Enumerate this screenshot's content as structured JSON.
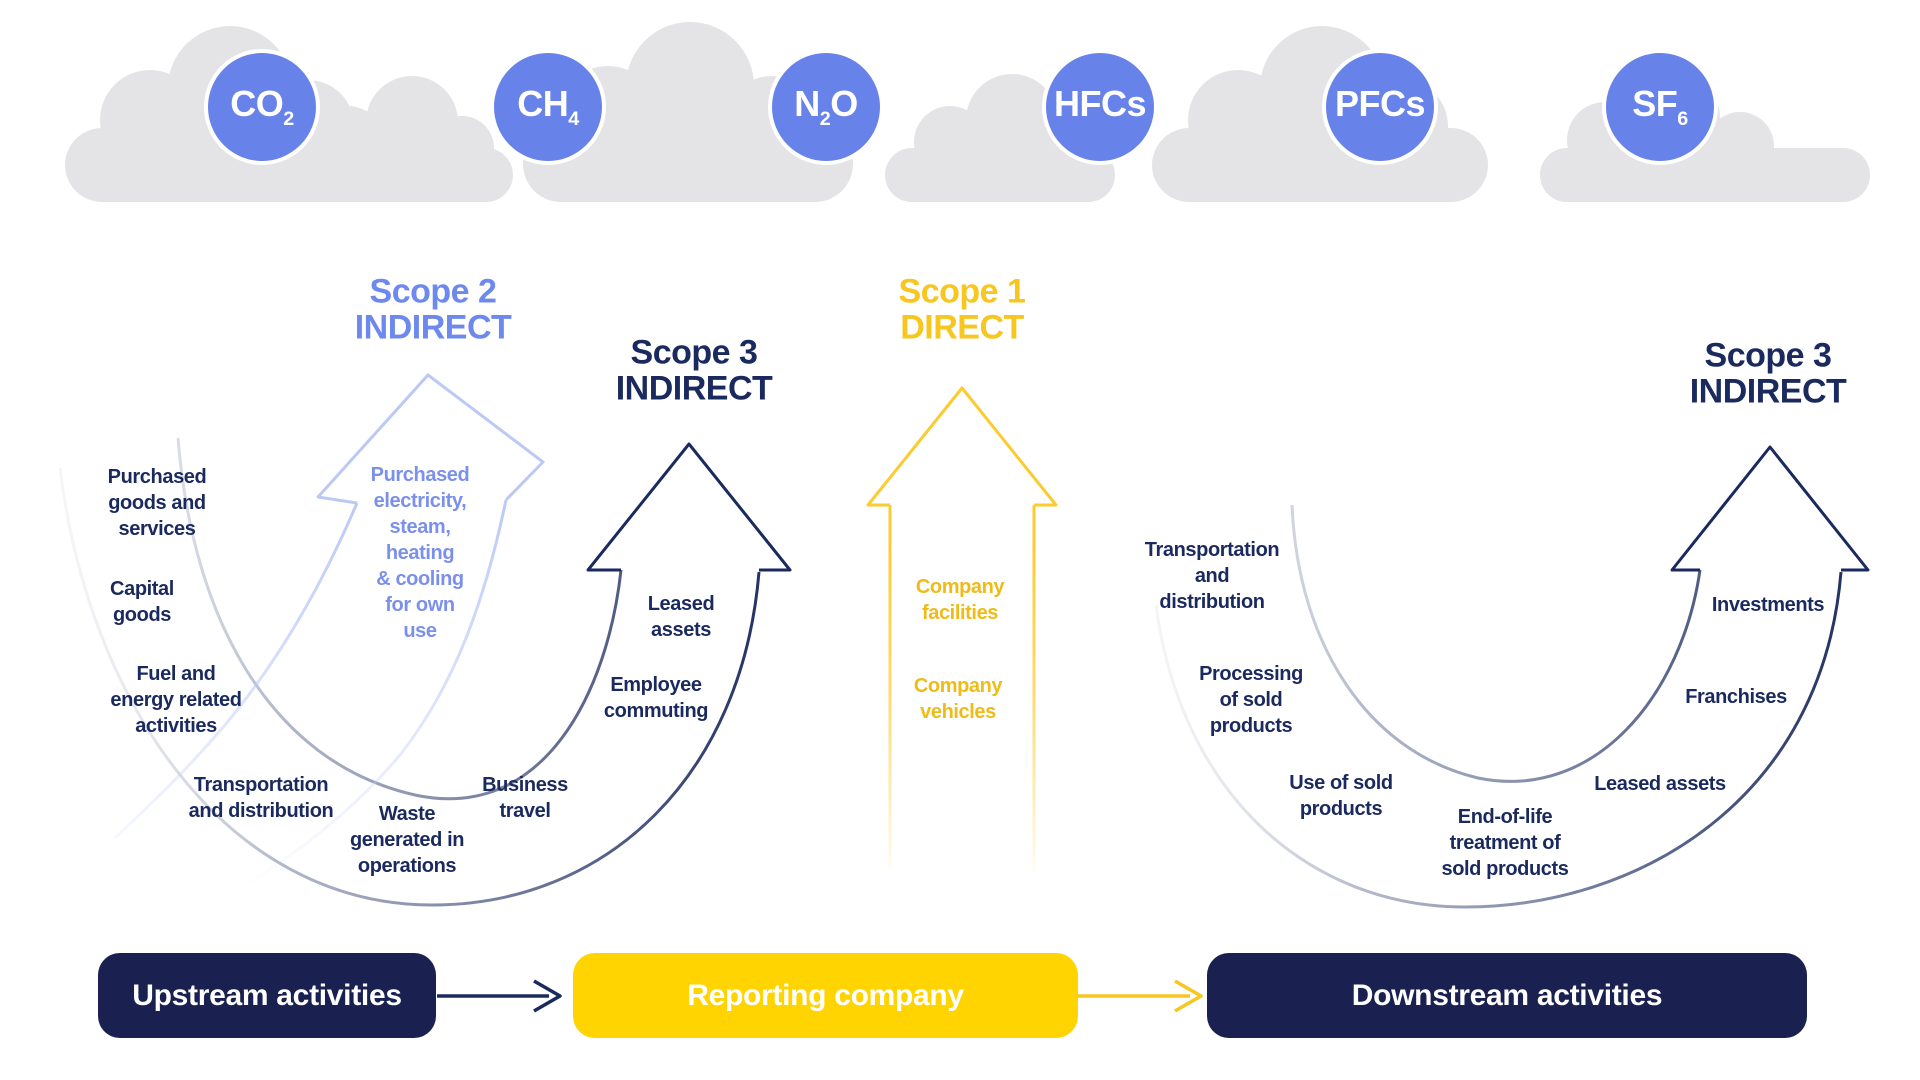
{
  "colors": {
    "navy": "#1b2a5e",
    "box_navy": "#1a2150",
    "periwinkle": "#6782e9",
    "scope2_blue": "#6e89ee",
    "yellow": "#f7c61f",
    "box_yellow": "#ffd400",
    "cloud_gray": "#e4e4e6"
  },
  "gases": [
    {
      "pre": "CO",
      "sub": "2",
      "post": ""
    },
    {
      "pre": "CH",
      "sub": "4",
      "post": ""
    },
    {
      "pre": "N",
      "sub": "2",
      "post": "O"
    },
    {
      "pre": "HFCs",
      "sub": "",
      "post": ""
    },
    {
      "pre": "PFCs",
      "sub": "",
      "post": ""
    },
    {
      "pre": "SF",
      "sub": "6",
      "post": ""
    }
  ],
  "scopes": {
    "scope2": {
      "title": "Scope 2\nINDIRECT"
    },
    "scope3_upstream": {
      "title": "Scope 3\nINDIRECT"
    },
    "scope1": {
      "title": "Scope 1\nDIRECT"
    },
    "scope3_downstream": {
      "title": "Scope 3\nINDIRECT"
    }
  },
  "scope2_label": "Purchased\nelectricity,\nsteam,\nheating\n& cooling\nfor own\nuse",
  "scope1_labels": [
    "Company\nfacilities",
    "Company\nvehicles"
  ],
  "upstream_labels": [
    "Purchased\ngoods and\nservices",
    "Capital\ngoods",
    "Fuel and\nenergy related\nactivities",
    "Transportation\nand distribution",
    "Waste\ngenerated in\noperations",
    "Business\ntravel",
    "Employee\ncommuting",
    "Leased\nassets"
  ],
  "downstream_labels": [
    "Transportation\nand\ndistribution",
    "Processing\nof sold\nproducts",
    "Use of sold\nproducts",
    "End-of-life\ntreatment of\nsold products",
    "Leased assets",
    "Franchises",
    "Investments"
  ],
  "boxes": {
    "upstream": "Upstream activities",
    "reporting": "Reporting company",
    "downstream": "Downstream activities"
  }
}
